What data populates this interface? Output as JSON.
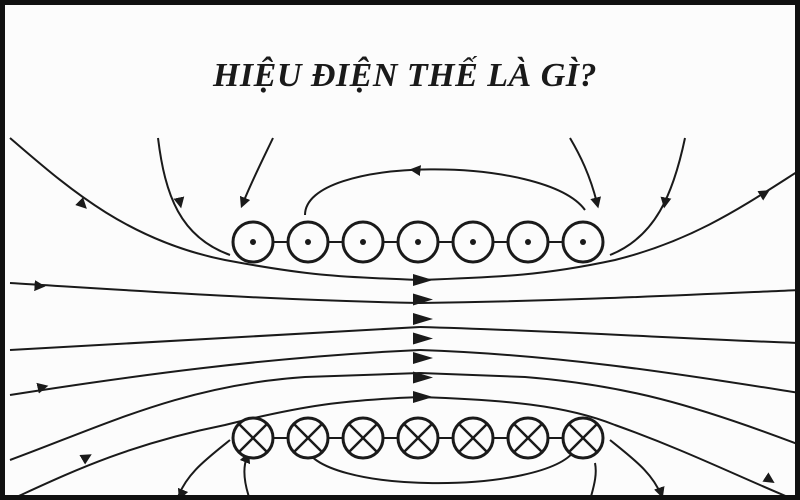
{
  "title": "HIỆU ĐIỆN THẾ LÀ GÌ?",
  "colors": {
    "line": "#1a1a1a",
    "background": "#fcfcfc",
    "frame": "#111111"
  },
  "diagram": {
    "description_type": "solenoid-magnetic-field-lines",
    "top_row": {
      "conductor_count": 7,
      "symbol": "dot-current-out-of-page"
    },
    "bottom_row": {
      "conductor_count": 7,
      "symbol": "cross-current-into-page"
    },
    "inner_arrow_count": 7
  }
}
